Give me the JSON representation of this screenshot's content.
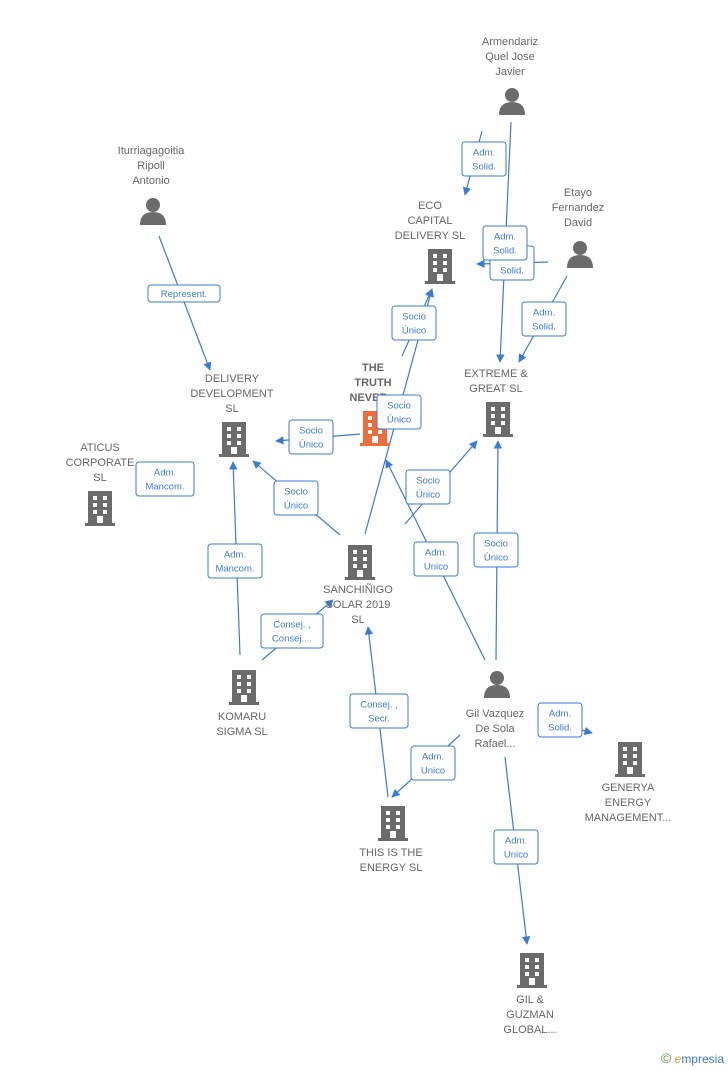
{
  "nodes": [
    {
      "id": "armendariz",
      "type": "person",
      "label": [
        "Armendariz",
        "Quel Jose",
        "Javier"
      ]
    },
    {
      "id": "iturriaga",
      "type": "person",
      "label": [
        "Iturriagagoitia",
        "Ripoll",
        "Antonio"
      ]
    },
    {
      "id": "etayo",
      "type": "person",
      "label": [
        "Etayo",
        "Fernandez",
        "David"
      ]
    },
    {
      "id": "gil",
      "type": "person",
      "label": [
        "Gil Vazquez",
        "De Sola",
        "Rafael..."
      ]
    },
    {
      "id": "eco",
      "type": "company",
      "label": [
        "ECO",
        "CAPITAL",
        "DELIVERY  SL"
      ]
    },
    {
      "id": "truth",
      "type": "company",
      "highlight": true,
      "label": [
        "THE",
        "TRUTH",
        "NEVER..."
      ]
    },
    {
      "id": "delivery",
      "type": "company",
      "label": [
        "DELIVERY",
        "DEVELOPMENT",
        "SL"
      ]
    },
    {
      "id": "extreme",
      "type": "company",
      "label": [
        "EXTREME &",
        "GREAT  SL"
      ]
    },
    {
      "id": "aticus",
      "type": "company",
      "label": [
        "ATICUS",
        "CORPORATE",
        "SL"
      ]
    },
    {
      "id": "sanchinigo",
      "type": "company",
      "label": [
        "SANCHIÑIGO",
        "SOLAR 2019",
        "SL"
      ]
    },
    {
      "id": "komaru",
      "type": "company",
      "label": [
        "KOMARU",
        "SIGMA SL"
      ]
    },
    {
      "id": "generya",
      "type": "company",
      "label": [
        "GENERYA",
        "ENERGY",
        "MANAGEMENT..."
      ]
    },
    {
      "id": "thisis",
      "type": "company",
      "label": [
        "THIS IS THE",
        "ENERGY  SL"
      ]
    },
    {
      "id": "gilguzman",
      "type": "company",
      "label": [
        "GIL &",
        "GUZMAN",
        "GLOBAL..."
      ]
    }
  ],
  "edges": [
    {
      "label": [
        "Adm.",
        "Solid."
      ]
    },
    {
      "label": [
        "Adm.",
        "Solid."
      ]
    },
    {
      "label": [
        "Adm.",
        "Solid."
      ]
    },
    {
      "label": [
        "Adm.",
        "Solid."
      ]
    },
    {
      "label": [
        "Represent."
      ]
    },
    {
      "label": [
        "Socio",
        "Único"
      ]
    },
    {
      "label": [
        "Socio",
        "Único"
      ]
    },
    {
      "label": [
        "Socio",
        "Único"
      ]
    },
    {
      "label": [
        "Socio",
        "Único"
      ]
    },
    {
      "label": [
        "Socio",
        "Único"
      ]
    },
    {
      "label": [
        "Adm.",
        "Mancom."
      ]
    },
    {
      "label": [
        "Adm.",
        "Mancom."
      ]
    },
    {
      "label": [
        "Socio",
        "Único"
      ]
    },
    {
      "label": [
        "Adm.",
        "Unico"
      ]
    },
    {
      "label": [
        "Consej. ,",
        "Consej...."
      ]
    },
    {
      "label": [
        "Consej. ,",
        "Secr."
      ]
    },
    {
      "label": [
        "Adm.",
        "Unico"
      ]
    },
    {
      "label": [
        "Adm.",
        "Solid."
      ]
    },
    {
      "label": [
        "Adm.",
        "Unico"
      ]
    }
  ],
  "footer": {
    "copyright": "©",
    "brand_e": "e",
    "brand_rest": "mpresia"
  },
  "colors": {
    "edge": "#3a7bd5",
    "node": "#6b6b6b",
    "highlight": "#f26b3a"
  }
}
